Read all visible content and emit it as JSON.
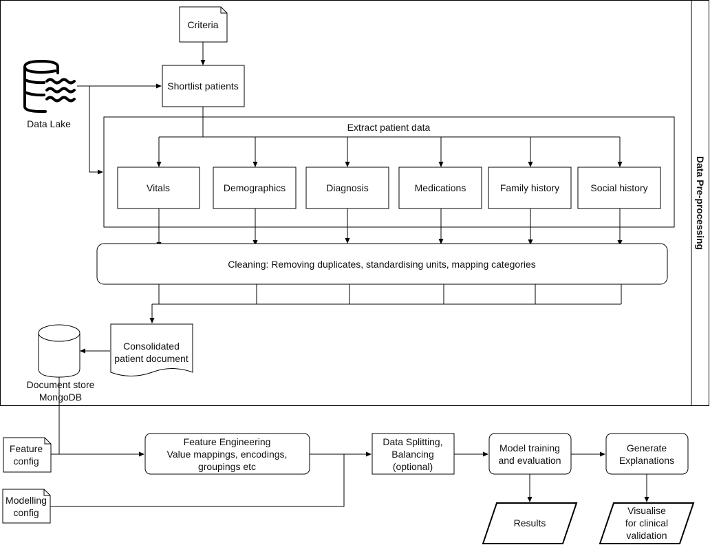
{
  "panel": {
    "title": "Data Pre-processing"
  },
  "nodes": {
    "criteria": "Criteria",
    "shortlist": "Shortlist patients",
    "data_lake": "Data Lake",
    "extract_group": "Extract patient data",
    "vitals": "Vitals",
    "demographics": "Demographics",
    "diagnosis": "Diagnosis",
    "medications": "Medications",
    "family_history": "Family history",
    "social_history": "Social history",
    "cleaning": "Cleaning: Removing duplicates, standardising units, mapping categories",
    "consolidated_1": "Consolidated",
    "consolidated_2": "patient document",
    "docstore_1": "Document store",
    "docstore_2": "MongoDB",
    "feature_config_1": "Feature",
    "feature_config_2": "config",
    "modelling_config_1": "Modelling",
    "modelling_config_2": "config",
    "feature_eng_1": "Feature Engineering",
    "feature_eng_2": "Value mappings, encodings,",
    "feature_eng_3": "groupings etc",
    "splitting_1": "Data Splitting,",
    "splitting_2": "Balancing",
    "splitting_3": "(optional)",
    "training_1": "Model training",
    "training_2": "and evaluation",
    "explanations_1": "Generate",
    "explanations_2": "Explanations",
    "results": "Results",
    "visualise_1": "Visualise",
    "visualise_2": "for clinical",
    "visualise_3": "validation"
  }
}
